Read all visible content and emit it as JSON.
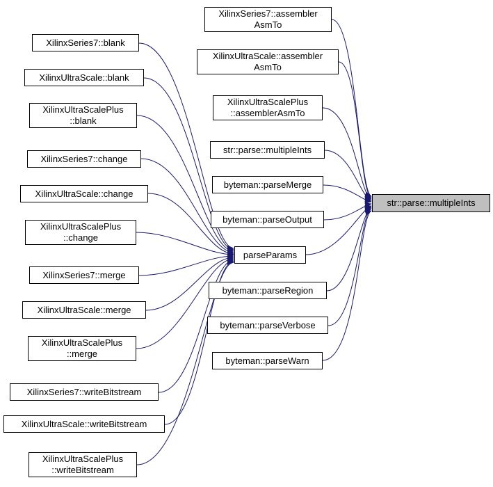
{
  "diagram": {
    "type": "call-graph",
    "edge_color": "#191970",
    "highlight_fill": "#bfbfbf",
    "node_fill": "#ffffff",
    "node_border": "#000000",
    "nodes": {
      "blank7": {
        "label": "XilinxSeries7::blank"
      },
      "blankUS": {
        "label": "XilinxUltraScale::blank"
      },
      "blankUSP": {
        "label": "XilinxUltraScalePlus\n::blank"
      },
      "change7": {
        "label": "XilinxSeries7::change"
      },
      "changeUS": {
        "label": "XilinxUltraScale::change"
      },
      "changeUSP": {
        "label": "XilinxUltraScalePlus\n::change"
      },
      "merge7": {
        "label": "XilinxSeries7::merge"
      },
      "mergeUS": {
        "label": "XilinxUltraScale::merge"
      },
      "mergeUSP": {
        "label": "XilinxUltraScalePlus\n::merge"
      },
      "writeBitstream7": {
        "label": "XilinxSeries7::writeBitstream"
      },
      "writeBitstreamUS": {
        "label": "XilinxUltraScale::writeBitstream"
      },
      "writeBitstreamUSP": {
        "label": "XilinxUltraScalePlus\n::writeBitstream"
      },
      "asm7": {
        "label": "XilinxSeries7::assembler\nAsmTo"
      },
      "asmUS": {
        "label": "XilinxUltraScale::assembler\nAsmTo"
      },
      "asmUSP": {
        "label": "XilinxUltraScalePlus\n::assemblerAsmTo"
      },
      "midMultipleInts": {
        "label": "str::parse::multipleInts"
      },
      "parseMerge": {
        "label": "byteman::parseMerge"
      },
      "parseOutput": {
        "label": "byteman::parseOutput"
      },
      "parseParams": {
        "label": "parseParams"
      },
      "parseRegion": {
        "label": "byteman::parseRegion"
      },
      "parseVerbose": {
        "label": "byteman::parseVerbose"
      },
      "parseWarn": {
        "label": "byteman::parseWarn"
      },
      "target": {
        "label": "str::parse::multipleInts",
        "highlighted": true
      }
    },
    "edges": {
      "to_target": [
        "asm7",
        "asmUS",
        "asmUSP",
        "midMultipleInts",
        "parseMerge",
        "parseOutput",
        "parseParams",
        "parseRegion",
        "parseVerbose",
        "parseWarn"
      ],
      "to_parseParams": [
        "blank7",
        "blankUS",
        "blankUSP",
        "change7",
        "changeUS",
        "changeUSP",
        "merge7",
        "mergeUS",
        "mergeUSP",
        "writeBitstream7",
        "writeBitstreamUS",
        "writeBitstreamUSP"
      ]
    }
  }
}
